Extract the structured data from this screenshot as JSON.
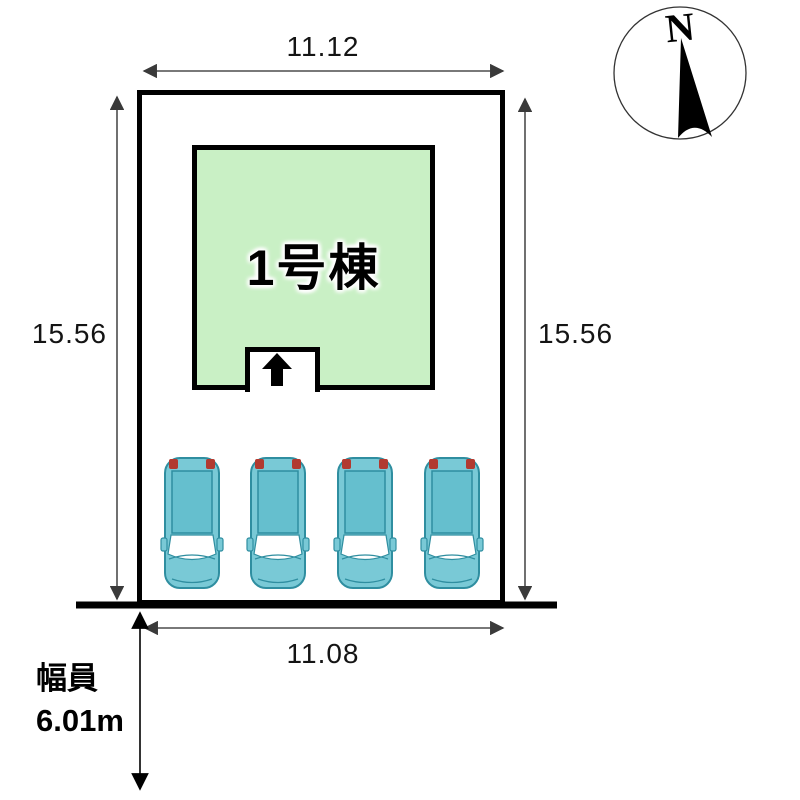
{
  "diagram": {
    "building": {
      "label": "1号棟"
    },
    "dimensions": {
      "top_width": "11.12",
      "bottom_width": "11.08",
      "left_height": "15.56",
      "right_height": "15.56"
    },
    "road": {
      "name_label": "幅員",
      "width_value": "6.01m"
    },
    "compass": {
      "north_label": "N"
    },
    "parking": {
      "car_count": 4
    }
  },
  "colors": {
    "background": "#ffffff",
    "outline": "#000000",
    "building_fill": "#c9f0c5",
    "dimension_line": "#4d4d4d",
    "car_body": "#79c9d6",
    "car_roof": "#65bfce",
    "car_outline": "#2f8ea0",
    "car_taillight": "#b13a30",
    "car_windshield": "#ffffff"
  }
}
